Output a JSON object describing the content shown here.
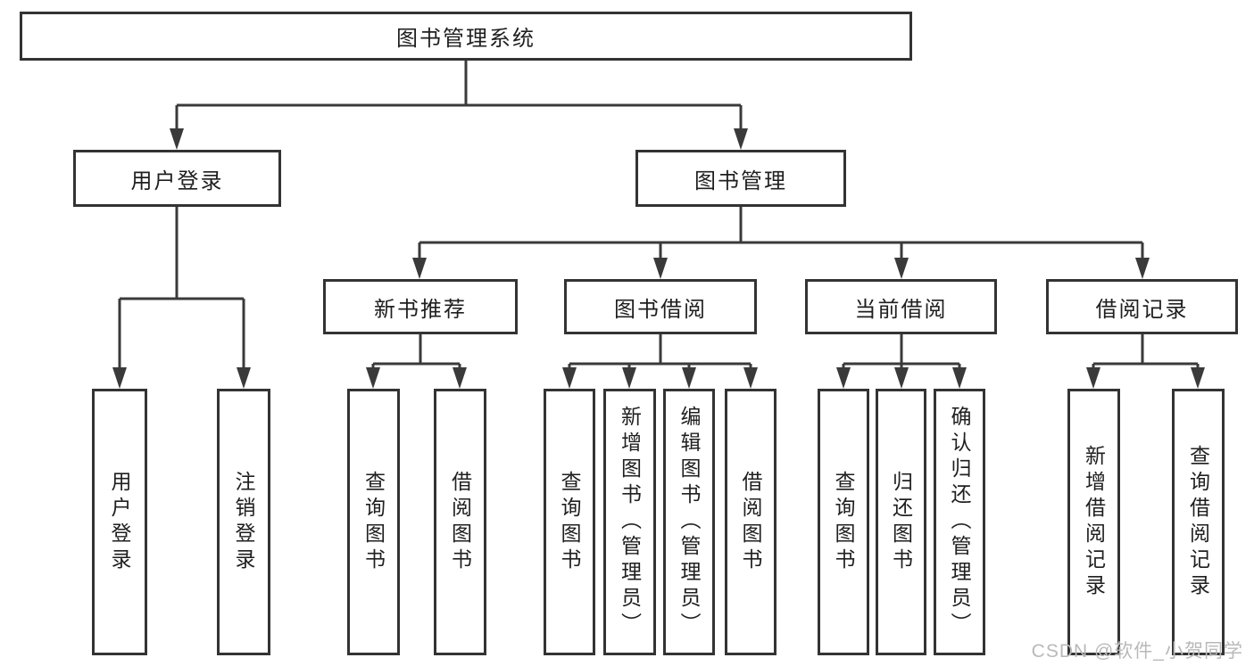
{
  "diagram": {
    "root": "图书管理系统",
    "branches": [
      {
        "label": "用户登录",
        "children": [
          "用户登录",
          "注销登录"
        ]
      },
      {
        "label": "图书管理",
        "sections": [
          {
            "label": "新书推荐",
            "children": [
              "查询图书",
              "借阅图书"
            ]
          },
          {
            "label": "图书借阅",
            "children": [
              "查询图书",
              "新增图书（管理员）",
              "编辑图书（管理员）",
              "借阅图书"
            ]
          },
          {
            "label": "当前借阅",
            "children": [
              "查询图书",
              "归还图书",
              "确认归还（管理员）"
            ]
          },
          {
            "label": "借阅记录",
            "children": [
              "新增借阅记录",
              "查询借阅记录"
            ]
          }
        ]
      }
    ]
  },
  "watermark": "CSDN @软件_小贺同学",
  "colors": {
    "line": "#3a3a3a",
    "border": "#333333",
    "text": "#1f1f1f",
    "watermark": "#b9b9b9",
    "background": "#ffffff"
  }
}
